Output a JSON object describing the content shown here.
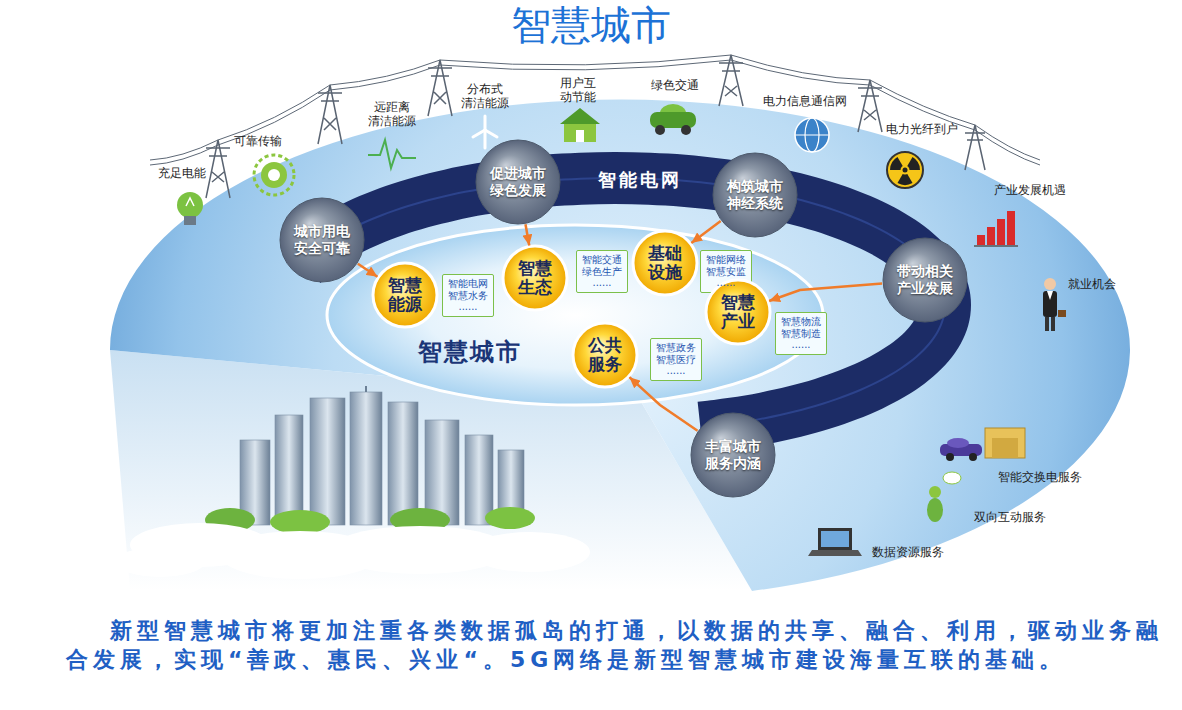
{
  "diagram": {
    "title": "智慧城市",
    "caption": "新型智慧城市将更加注重各类数据孤岛的打通，以数据的共享、融合、利用，驱动业务融合发展，实现“善政、惠民、兴业“。5G网络是新型智慧城市建设海量互联的基础。",
    "nodes": [
      {
        "text": [
          "智能电网"
        ]
      },
      {
        "text": [
          "城市用电 安全可靠"
        ]
      },
      {
        "text": [
          "促进城市 绿色发展"
        ]
      },
      {
        "text": [
          "构筑城市 神经系统"
        ]
      },
      {
        "text": [
          "带动相关 产业发展"
        ]
      },
      {
        "text": [
          "丰富城市 服务内涵"
        ]
      },
      {
        "text": [
          "智慧城市"
        ]
      },
      {
        "text": [
          "智慧 能源"
        ],
        "in": 6
      },
      {
        "text": [
          "智能电网 智慧水务 ......"
        ],
        "in": 6
      },
      {
        "text": [
          "智慧 生态"
        ],
        "in": 6
      },
      {
        "text": [
          "智能交通 绿色生产 ......"
        ],
        "in": 6
      },
      {
        "text": [
          "基础 设施"
        ],
        "in": 6
      },
      {
        "text": [
          "智能网络 智慧安监 ......"
        ],
        "in": 6
      },
      {
        "text": [
          "智慧 产业"
        ],
        "in": 6
      },
      {
        "text": [
          "智慧物流 智慧制造 ......"
        ],
        "in": 6
      },
      {
        "text": [
          "公共 服务"
        ],
        "in": 6
      },
      {
        "text": [
          "智慧政务 智慧医疗 ......"
        ],
        "in": 6
      }
    ],
    "edges": [
      {
        "from": 1,
        "to": 7,
        "arrow": "to"
      },
      {
        "from": 2,
        "to": 9,
        "arrow": "to"
      },
      {
        "from": 3,
        "to": 11,
        "arrow": "to"
      },
      {
        "from": 4,
        "to": 13,
        "arrow": "to"
      },
      {
        "from": 5,
        "to": 15,
        "arrow": "to"
      }
    ],
    "labels": [
      "充足电能",
      "可靠传输",
      "远距离 清洁能源",
      "分布式 清洁能源",
      "用户互 动节能",
      "绿色交通",
      "电力信息通信网",
      "电力光纤到户",
      "产业发展机遇",
      "就业机会",
      "智能交换电服务",
      "双向互动服务",
      "数据资源服务"
    ]
  }
}
